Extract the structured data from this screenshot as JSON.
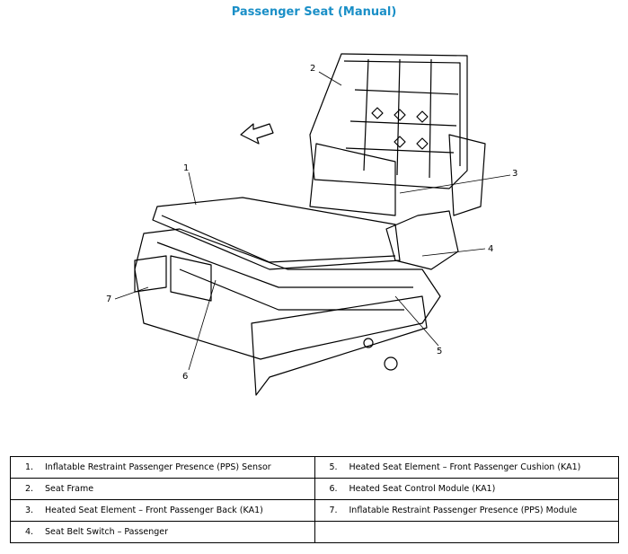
{
  "title": "Passenger Seat (Manual)",
  "callouts": [
    "1",
    "2",
    "3",
    "4",
    "5",
    "6",
    "7"
  ],
  "legend": [
    [
      {
        "num": "1.",
        "text": "Inflatable Restraint Passenger Presence (PPS) Sensor"
      },
      {
        "num": "5.",
        "text": "Heated Seat Element – Front Passenger Cushion (KA1)"
      }
    ],
    [
      {
        "num": "2.",
        "text": "Seat Frame"
      },
      {
        "num": "6.",
        "text": "Heated Seat Control Module (KA1)"
      }
    ],
    [
      {
        "num": "3.",
        "text": "Heated Seat Element – Front Passenger Back (KA1)"
      },
      {
        "num": "7.",
        "text": "Inflatable Restraint Passenger Presence (PPS) Module"
      }
    ],
    [
      {
        "num": "4.",
        "text": "Seat Belt Switch – Passenger"
      },
      {
        "num": "",
        "text": ""
      }
    ]
  ],
  "colors": {
    "title": "#1a8fc7",
    "line": "#000000"
  }
}
